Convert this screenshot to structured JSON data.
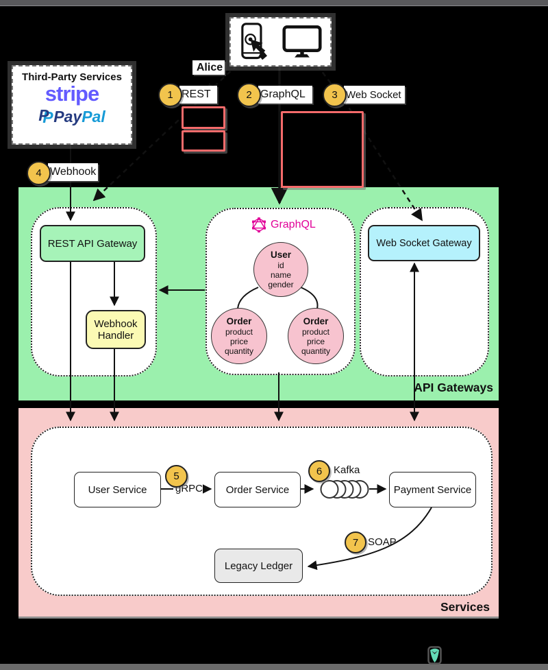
{
  "colors": {
    "background": "#000000",
    "top_bar": "#59595c",
    "bottom_bar": "#6b6b6b",
    "gateway_area": "#9bf0ad",
    "services_area": "#f8cbca",
    "rest_box": "#a6f3b8",
    "webhook_box": "#fbfab4",
    "websocket_box": "#b5f1fc",
    "entity_circle": "#f7c3cf",
    "legacy_box": "#e9e9e9",
    "badge": "#f2c44d",
    "code_border": "#f56b6b",
    "stripe": "#635bff",
    "paypal_dark": "#253b80",
    "paypal_light": "#179bd7",
    "graphql_pink": "#e10098",
    "footer_icon": "#63d9b6"
  },
  "user_device": {
    "alice_label": "Alice",
    "phone_icon": "smartphone-touch",
    "monitor_icon": "desktop-monitor"
  },
  "third_party": {
    "title": "Third-Party Services",
    "stripe_logo": "stripe",
    "paypal_p": "P",
    "paypal_pay": "Pay",
    "paypal_pal": "Pal"
  },
  "protocols": {
    "rest": {
      "num": "1",
      "label": "REST"
    },
    "graphql": {
      "num": "2",
      "label": "GraphQL"
    },
    "websocket": {
      "num": "3",
      "label": "Web Socket"
    },
    "webhook": {
      "num": "4",
      "label": "Webhook"
    },
    "grpc": {
      "num": "5",
      "label": "gRPC"
    },
    "kafka": {
      "num": "6",
      "label": "Kafka"
    },
    "soap": {
      "num": "7",
      "label": "SOAP"
    }
  },
  "gateways": {
    "section_label": "API Gateways",
    "rest_gateway": "REST API Gateway",
    "webhook_handler": "Webhook Handler",
    "websocket_gateway": "Web Socket Gateway",
    "graphql_logo_label": "GraphQL",
    "schema": {
      "user": {
        "title": "User",
        "attrs": [
          "id",
          "name",
          "gender"
        ]
      },
      "order": {
        "title": "Order",
        "attrs": [
          "product",
          "price",
          "quantity"
        ]
      }
    }
  },
  "services": {
    "section_label": "Services",
    "user_service": "User Service",
    "order_service": "Order Service",
    "payment_service": "Payment Service",
    "legacy_ledger": "Legacy Ledger"
  }
}
